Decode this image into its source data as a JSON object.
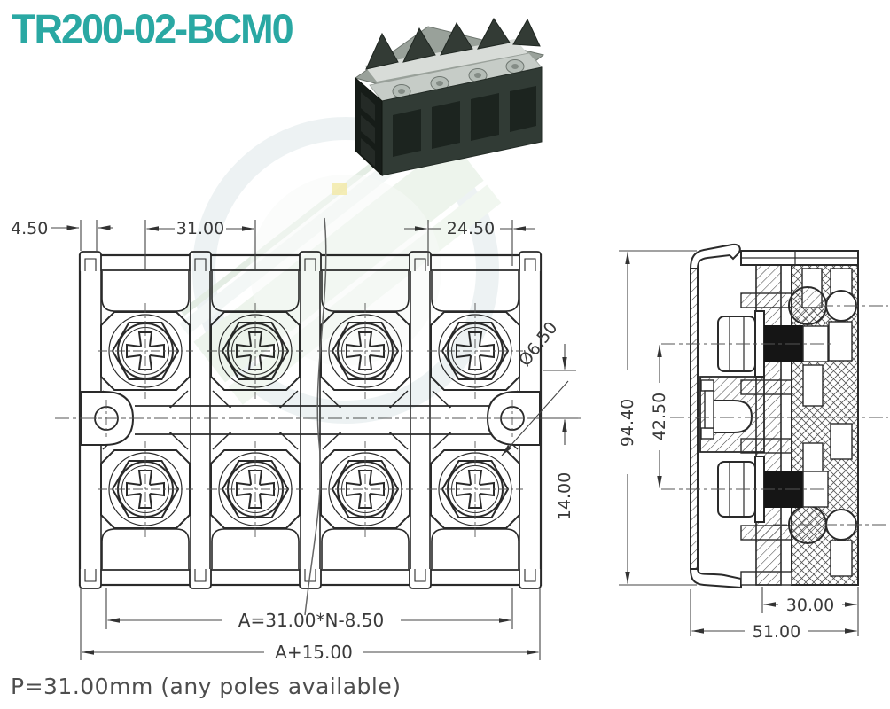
{
  "title": "TR200-02-BCM0",
  "title_color": "#2aa8a3",
  "footer_note": "P=31.00mm  (any poles available)",
  "product_photo": {
    "description": "4-pole barrier terminal block, dark housing, photographed at an angle"
  },
  "front_view": {
    "dimensions": {
      "wall_offset": "4.50",
      "pitch": "31.00",
      "end_span": "24.50",
      "hole_dia": "Ø6.50",
      "hole_offset": "14.00",
      "span_formula": "A=31.00*N-8.50",
      "overall_formula": "A+15.00"
    }
  },
  "side_view": {
    "dimensions": {
      "height": "94.40",
      "screw_spacing": "42.50",
      "depth_inner": "30.00",
      "depth_overall": "51.00"
    }
  },
  "colors": {
    "line": "#2a2a2a",
    "dim_text": "#3a3a3a",
    "watermark_green": "#dcead9",
    "watermark_ring": "#dce6e8"
  }
}
